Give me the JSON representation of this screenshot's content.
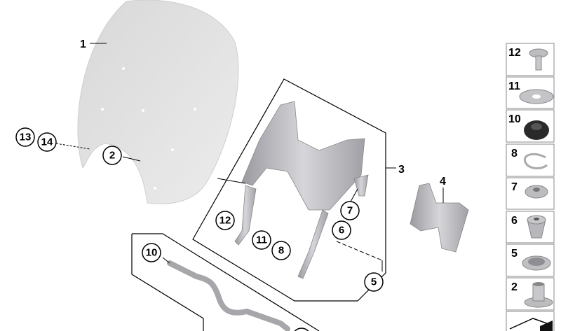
{
  "callouts": {
    "windshield": "1",
    "spacer_bushing": "2",
    "bracket_assembly": "3",
    "holder": "4",
    "washer_cup": "5",
    "conical_nut": "6",
    "knurled_nut": "7",
    "circlip": "8",
    "handlebar_rubber": "10",
    "washer": "11",
    "pin": "12",
    "screw_a": "13",
    "screw_b": "14"
  },
  "parts_column": [
    "12",
    "11",
    "10",
    "8",
    "7",
    "6",
    "5",
    "2"
  ],
  "colors": {
    "windshield": "#e4e4e4",
    "metal": "#b8b8bc",
    "rubber": "#2a2a2a",
    "line": "#000000"
  }
}
